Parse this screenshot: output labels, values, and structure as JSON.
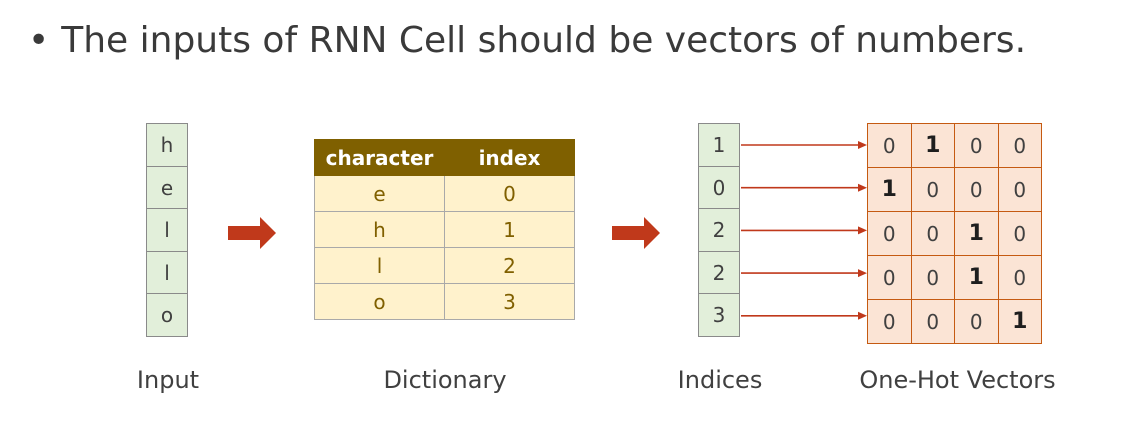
{
  "heading": {
    "bullet": "•",
    "text": "The inputs of RNN Cell should be vectors of numbers."
  },
  "input": {
    "characters": [
      "h",
      "e",
      "l",
      "l",
      "o"
    ],
    "caption": "Input"
  },
  "dictionary": {
    "headers": [
      "character",
      "index"
    ],
    "rows": [
      [
        "e",
        "0"
      ],
      [
        "h",
        "1"
      ],
      [
        "l",
        "2"
      ],
      [
        "o",
        "3"
      ]
    ],
    "caption": "Dictionary"
  },
  "indices": {
    "values": [
      "1",
      "0",
      "2",
      "2",
      "3"
    ],
    "caption": "Indices"
  },
  "one_hot": {
    "rows": [
      [
        "0",
        "1",
        "0",
        "0"
      ],
      [
        "1",
        "0",
        "0",
        "0"
      ],
      [
        "0",
        "0",
        "1",
        "0"
      ],
      [
        "0",
        "0",
        "1",
        "0"
      ],
      [
        "0",
        "0",
        "0",
        "1"
      ]
    ],
    "caption": "One-Hot Vectors"
  },
  "colors": {
    "input_fill": "#e2efda",
    "dictionary_header": "#7f6000",
    "dictionary_body": "#fff2cc",
    "onehot_fill": "#fbe4d5",
    "onehot_border": "#c55a11",
    "arrow": "#c0391b"
  }
}
